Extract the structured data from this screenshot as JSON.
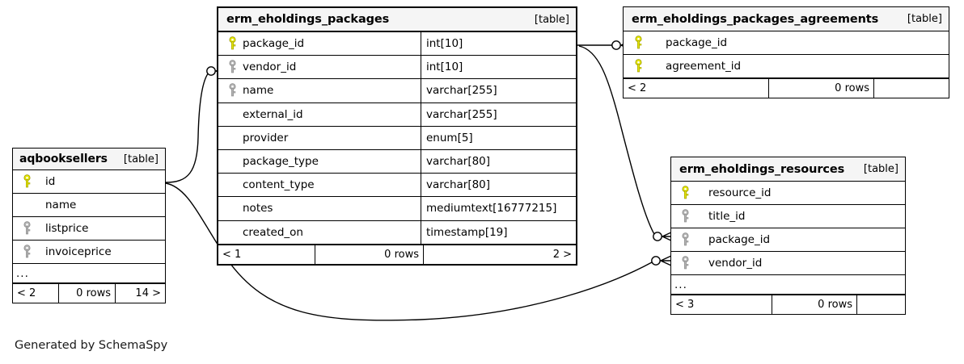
{
  "diagram": {
    "credit": "Generated by SchemaSpy",
    "kind_label": "[table]",
    "ellipsis": "...",
    "colors": {
      "primary_key": "#e6e600",
      "foreign_key": "#b3b3b3",
      "header_bg": "#f5f5f5",
      "border": "#000000",
      "background": "#ffffff"
    }
  },
  "tables": [
    {
      "name": "erm_eholdings_packages",
      "kind": "[table]",
      "columns": [
        {
          "name": "package_id",
          "type": "int[10]",
          "key": "primary"
        },
        {
          "name": "vendor_id",
          "type": "int[10]",
          "key": "foreign"
        },
        {
          "name": "name",
          "type": "varchar[255]",
          "key": "foreign"
        },
        {
          "name": "external_id",
          "type": "varchar[255]",
          "key": "none"
        },
        {
          "name": "provider",
          "type": "enum[5]",
          "key": "none"
        },
        {
          "name": "package_type",
          "type": "varchar[80]",
          "key": "none"
        },
        {
          "name": "content_type",
          "type": "varchar[80]",
          "key": "none"
        },
        {
          "name": "notes",
          "type": "mediumtext[16777215]",
          "key": "none"
        },
        {
          "name": "created_on",
          "type": "timestamp[19]",
          "key": "none"
        }
      ],
      "has_ellipsis": false,
      "footer": [
        "< 1",
        "0 rows",
        "2 >"
      ]
    },
    {
      "name": "erm_eholdings_packages_agreements",
      "kind": "[table]",
      "columns": [
        {
          "name": "package_id",
          "type": "",
          "key": "primary"
        },
        {
          "name": "agreement_id",
          "type": "",
          "key": "primary"
        }
      ],
      "has_ellipsis": false,
      "footer": [
        "< 2",
        "0 rows",
        ""
      ]
    },
    {
      "name": "erm_eholdings_resources",
      "kind": "[table]",
      "columns": [
        {
          "name": "resource_id",
          "type": "",
          "key": "primary"
        },
        {
          "name": "title_id",
          "type": "",
          "key": "foreign"
        },
        {
          "name": "package_id",
          "type": "",
          "key": "foreign"
        },
        {
          "name": "vendor_id",
          "type": "",
          "key": "foreign"
        }
      ],
      "has_ellipsis": true,
      "footer": [
        "< 3",
        "0 rows",
        ""
      ]
    },
    {
      "name": "aqbooksellers",
      "kind": "[table]",
      "columns": [
        {
          "name": "id",
          "type": "",
          "key": "primary"
        },
        {
          "name": "name",
          "type": "",
          "key": "none"
        },
        {
          "name": "listprice",
          "type": "",
          "key": "foreign"
        },
        {
          "name": "invoiceprice",
          "type": "",
          "key": "foreign"
        }
      ],
      "has_ellipsis": true,
      "footer": [
        "< 2",
        "0 rows",
        "14 >"
      ]
    }
  ],
  "relationships": [
    {
      "from": "aqbooksellers.id",
      "to": "erm_eholdings_packages.vendor_id"
    },
    {
      "from": "aqbooksellers.id",
      "to": "erm_eholdings_resources.vendor_id"
    },
    {
      "from": "erm_eholdings_packages.package_id",
      "to": "erm_eholdings_packages_agreements.package_id"
    },
    {
      "from": "erm_eholdings_packages.package_id",
      "to": "erm_eholdings_resources.package_id"
    }
  ]
}
